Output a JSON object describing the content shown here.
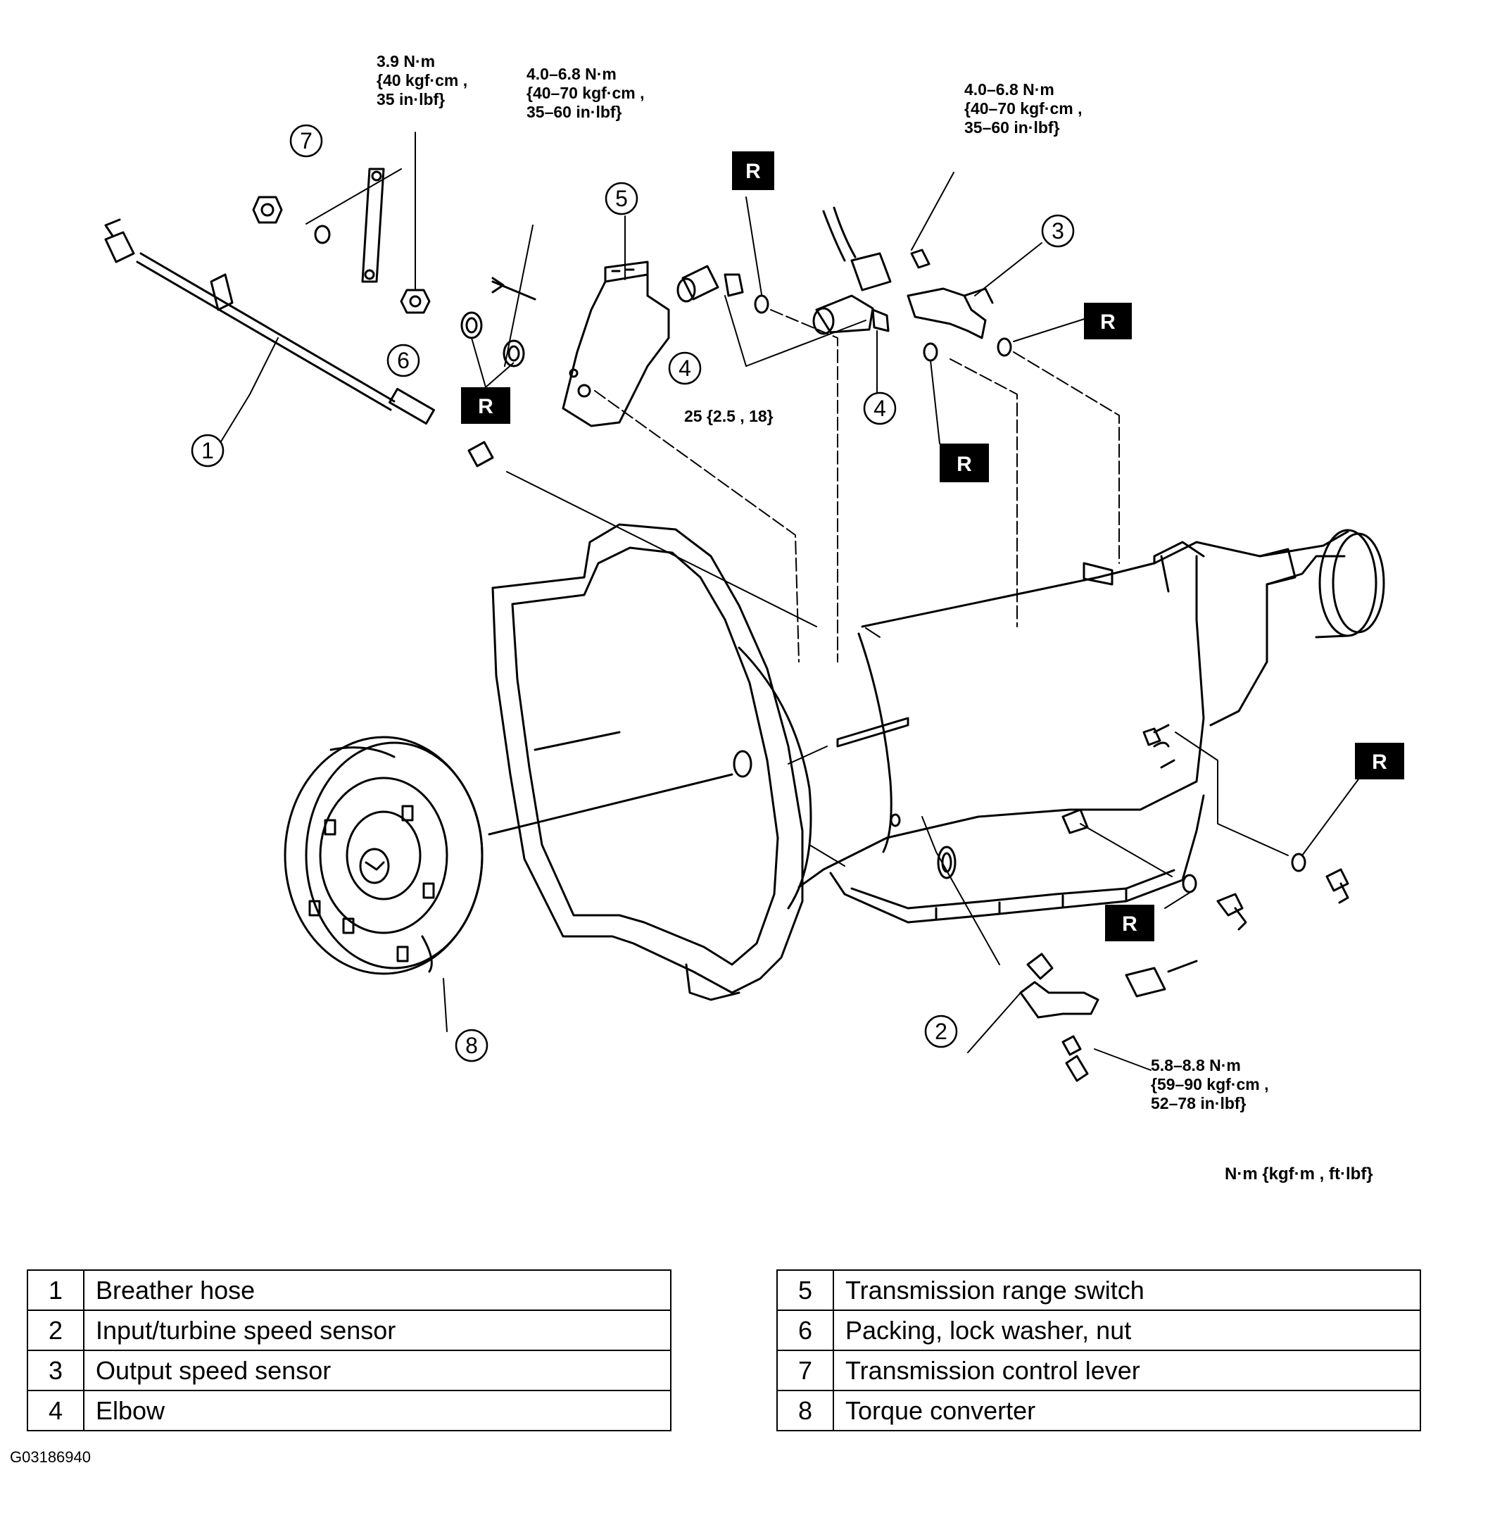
{
  "callouts": {
    "c1": "1",
    "c2": "2",
    "c3": "3",
    "c4a": "4",
    "c4b": "4",
    "c5": "5",
    "c6": "6",
    "c7": "7",
    "c8": "8"
  },
  "replace_mark": "R",
  "torque_specs": {
    "lever_nut": "3.9 N·m\n{40 kgf·cm ,\n35 in·lbf}",
    "range_switch_bolt": "4.0–6.8 N·m\n{40–70 kgf·cm ,\n35–60 in·lbf}",
    "output_sensor_bolt": "4.0–6.8 N·m\n{40–70 kgf·cm ,\n35–60 in·lbf}",
    "elbow": "25 {2.5 , 18}",
    "input_sensor_bolt": "5.8–8.8 N·m\n{59–90 kgf·cm ,\n52–78 in·lbf}"
  },
  "unit_note": "N·m {kgf·m , ft·lbf}",
  "legend_left": [
    {
      "num": "1",
      "label": "Breather hose"
    },
    {
      "num": "2",
      "label": "Input/turbine speed sensor"
    },
    {
      "num": "3",
      "label": "Output speed sensor"
    },
    {
      "num": "4",
      "label": "Elbow"
    }
  ],
  "legend_right": [
    {
      "num": "5",
      "label": "Transmission range switch"
    },
    {
      "num": "6",
      "label": "Packing, lock washer, nut"
    },
    {
      "num": "7",
      "label": "Transmission control lever"
    },
    {
      "num": "8",
      "label": "Torque converter"
    }
  ],
  "figure_id": "G03186940"
}
